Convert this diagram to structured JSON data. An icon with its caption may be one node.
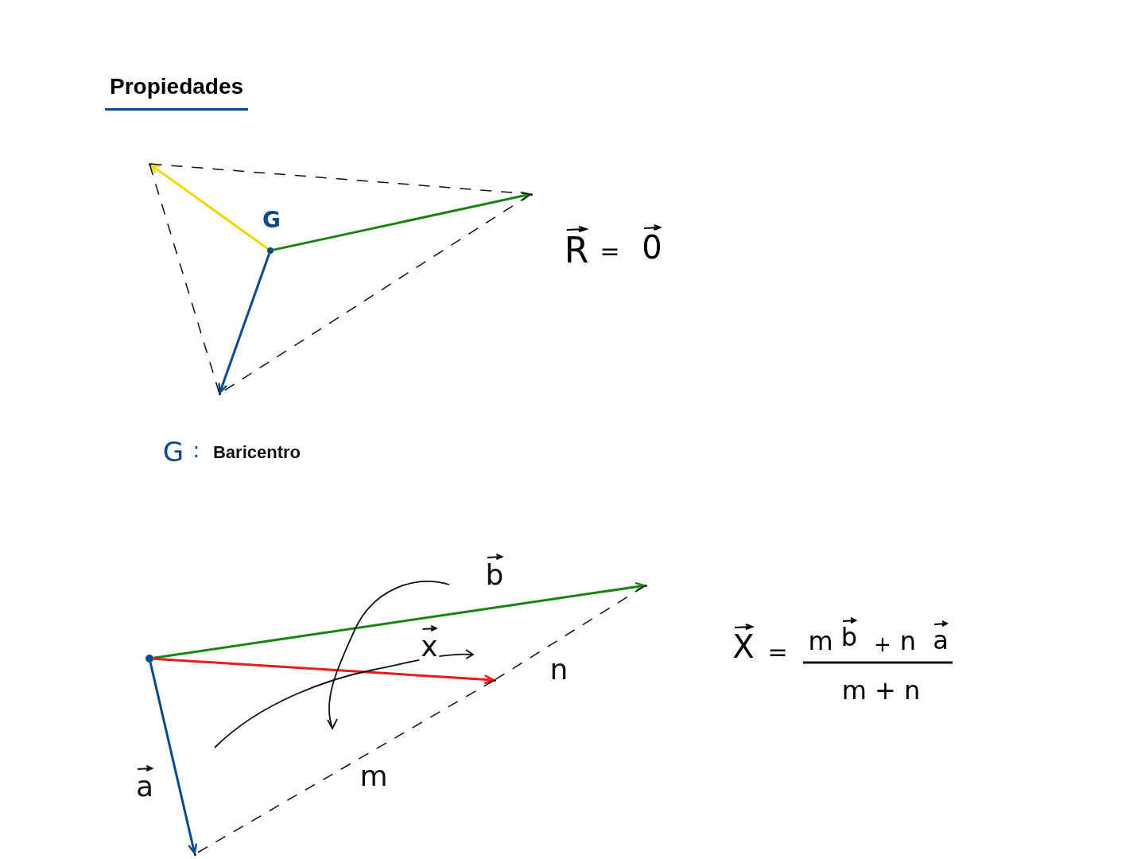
{
  "diagram": {
    "title": "Propiedades",
    "nodes": [
      {
        "text": [],
        "shape": "circle",
        "beside": [
          "G"
        ]
      },
      {
        "text": [],
        "shape": "point"
      },
      {
        "text": [],
        "shape": "point"
      },
      {
        "text": [],
        "shape": "point"
      },
      {
        "text": [],
        "shape": "circle"
      },
      {
        "text": [],
        "shape": "point"
      },
      {
        "text": [],
        "shape": "point"
      },
      {
        "text": [],
        "shape": "point"
      }
    ],
    "edges": [
      {
        "from": 0,
        "to": 1,
        "arrow": "to",
        "color": "#f2d600"
      },
      {
        "from": 0,
        "to": 2,
        "arrow": "to",
        "color": "#1a8412"
      },
      {
        "from": 0,
        "to": 3,
        "arrow": "to",
        "color": "#0d4a8a"
      },
      {
        "from": 1,
        "to": 2,
        "arrow": "none",
        "style": "dashed"
      },
      {
        "from": 2,
        "to": 3,
        "arrow": "none",
        "style": "dashed"
      },
      {
        "from": 3,
        "to": 1,
        "arrow": "none",
        "style": "dashed"
      },
      {
        "from": 4,
        "to": 5,
        "arrow": "to",
        "label": "b",
        "color": "#1a8412"
      },
      {
        "from": 4,
        "to": 6,
        "arrow": "to",
        "label": "a",
        "color": "#0d4a8a"
      },
      {
        "from": 4,
        "to": 7,
        "arrow": "to",
        "label": "x",
        "color": "#e81c1c"
      },
      {
        "from": 5,
        "to": 7,
        "arrow": "none",
        "label": "n",
        "style": "dashed"
      },
      {
        "from": 7,
        "to": 6,
        "arrow": "none",
        "label": "m",
        "style": "dashed"
      }
    ],
    "labels": [
      "R",
      "=",
      "0",
      "X",
      "=",
      "m",
      "b",
      "+",
      "n",
      "a",
      "m + n",
      "G",
      ":",
      "Baricentro"
    ]
  }
}
